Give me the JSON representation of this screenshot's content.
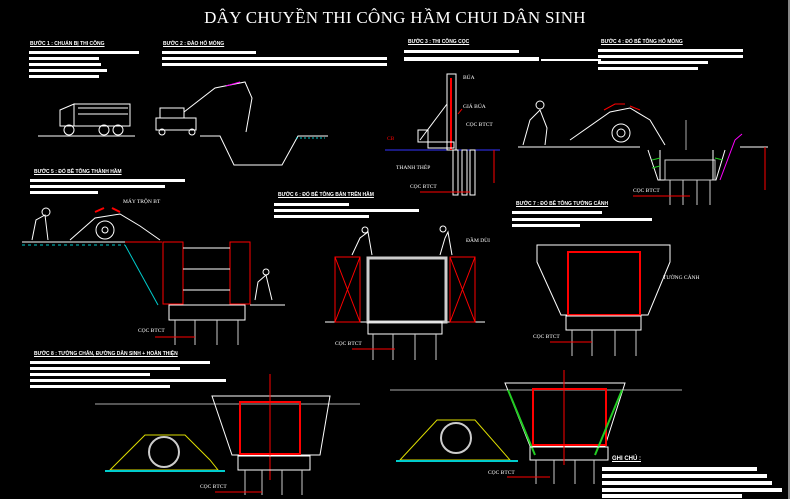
{
  "title": "DÂY CHUYỀN THI CÔNG HẦM CHUI DÂN SINH",
  "steps": [
    {
      "heading": "BƯỚC 1 : CHUẨN BỊ THI CÔNG"
    },
    {
      "heading": "BƯỚC 2 : ĐÀO HỐ MÓNG"
    },
    {
      "heading": "BƯỚC 3 : THI CÔNG CỌC"
    },
    {
      "heading": "BƯỚC 4 : ĐỔ BÊ TÔNG HỐ MÓNG"
    },
    {
      "heading": "BƯỚC 5 : ĐỔ BÊ TÔNG THÀNH HẦM"
    },
    {
      "heading": "BƯỚC 6 : ĐỔ BÊ TÔNG BẢN TRÊN HẦM"
    },
    {
      "heading": "BƯỚC 7 : ĐỔ BÊ TÔNG TƯỜNG CÁNH"
    },
    {
      "heading": "BƯỚC 8 : TƯỜNG CHẮN, ĐƯỜNG DÂN SINH + HOÀN THIỆN"
    }
  ],
  "labels": {
    "bua": "BÚA",
    "gia_bua": "GIÁ BÚA",
    "coc_btct": "CỌC BTCT",
    "cb": "CB",
    "thanh_thep": "THANH THÉP",
    "may_tron": "MÁY TRỘN BT",
    "dam_dui": "ĐẦM DÙI",
    "tuong_canh": "TƯỜNG CÁNH"
  },
  "notes": {
    "heading": "GHI CHÚ :"
  },
  "colors": {
    "background": "#000000",
    "line": "#ffffff",
    "accent": "#ff0000",
    "green": "#22cc22",
    "yellow": "#dddd00",
    "cyan": "#00cccc",
    "magenta": "#ff00ff"
  }
}
